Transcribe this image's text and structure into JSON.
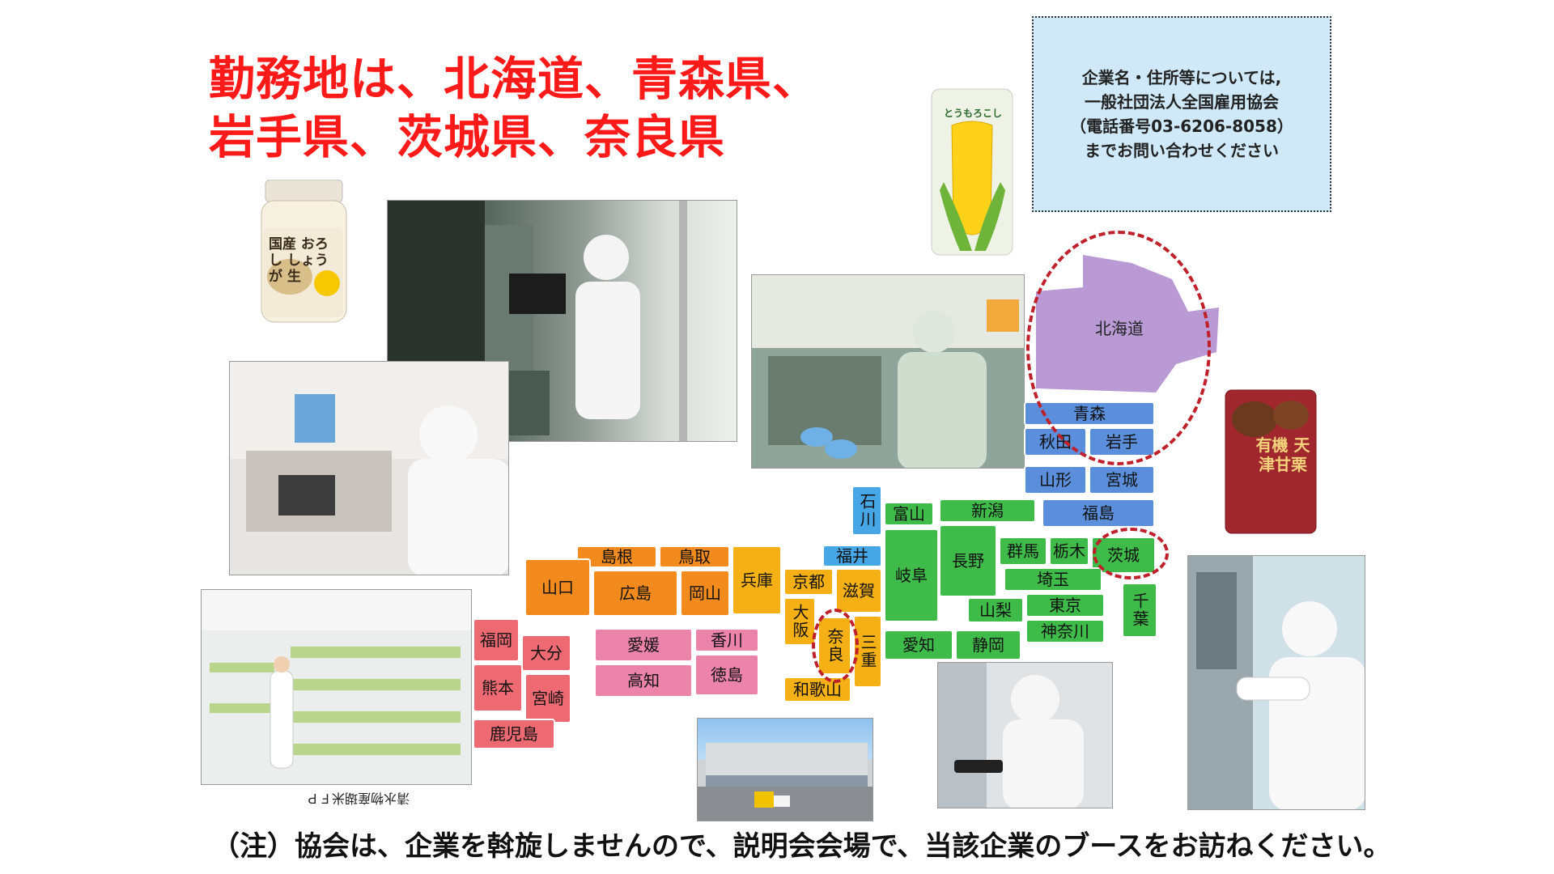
{
  "headline": {
    "line1": "勤務地は、北海道、青森県、",
    "line2": "岩手県、茨城県、奈良県"
  },
  "notice": {
    "line1": "企業名・住所等については,",
    "line2": "一般社団法人全国雇用協会",
    "line3": "（電話番号03‐6206‐8058）",
    "line4": "までお問い合わせください"
  },
  "products": {
    "ginger_jar": "国産 おろし しょうが 生",
    "corn": "とうもろこし",
    "chestnut": "有機 天津甘栗"
  },
  "map": {
    "hokkaido": "北海道",
    "aomori": "青森",
    "akita": "秋田",
    "iwate": "岩手",
    "yamagata": "山形",
    "miyagi": "宮城",
    "fukushima": "福島",
    "niigata": "新潟",
    "toyama": "富山",
    "ishikawa": "石川",
    "fukui": "福井",
    "nagano": "長野",
    "gifu": "岐阜",
    "gunma": "群馬",
    "tochigi": "栃木",
    "ibaraki": "茨城",
    "saitama": "埼玉",
    "yamanashi": "山梨",
    "tokyo": "東京",
    "chiba": "千葉",
    "kanagawa": "神奈川",
    "shizuoka": "静岡",
    "aichi": "愛知",
    "mie": "三重",
    "shiga": "滋賀",
    "kyoto": "京都",
    "osaka": "大阪",
    "nara": "奈良",
    "wakayama": "和歌山",
    "hyogo": "兵庫",
    "tottori": "鳥取",
    "shimane": "島根",
    "okayama": "岡山",
    "hiroshima": "広島",
    "yamaguchi": "山口",
    "kagawa": "香川",
    "tokushima": "徳島",
    "ehime": "愛媛",
    "kochi": "高知",
    "fukuoka": "福岡",
    "oita": "大分",
    "kumamoto": "熊本",
    "miyazaki": "宮崎",
    "kagoshima": "鹿児島"
  },
  "photo_caption": "清水物産瑚米ＦＰ",
  "footnote": "（注）協会は、企業を斡旋しませんので、説明会会場で、当該企業のブースをお訪ねください。",
  "colors": {
    "headline": "#ff1a1a",
    "notice_bg": "#cfe9f8",
    "highlight_circle": "#c0202a"
  }
}
